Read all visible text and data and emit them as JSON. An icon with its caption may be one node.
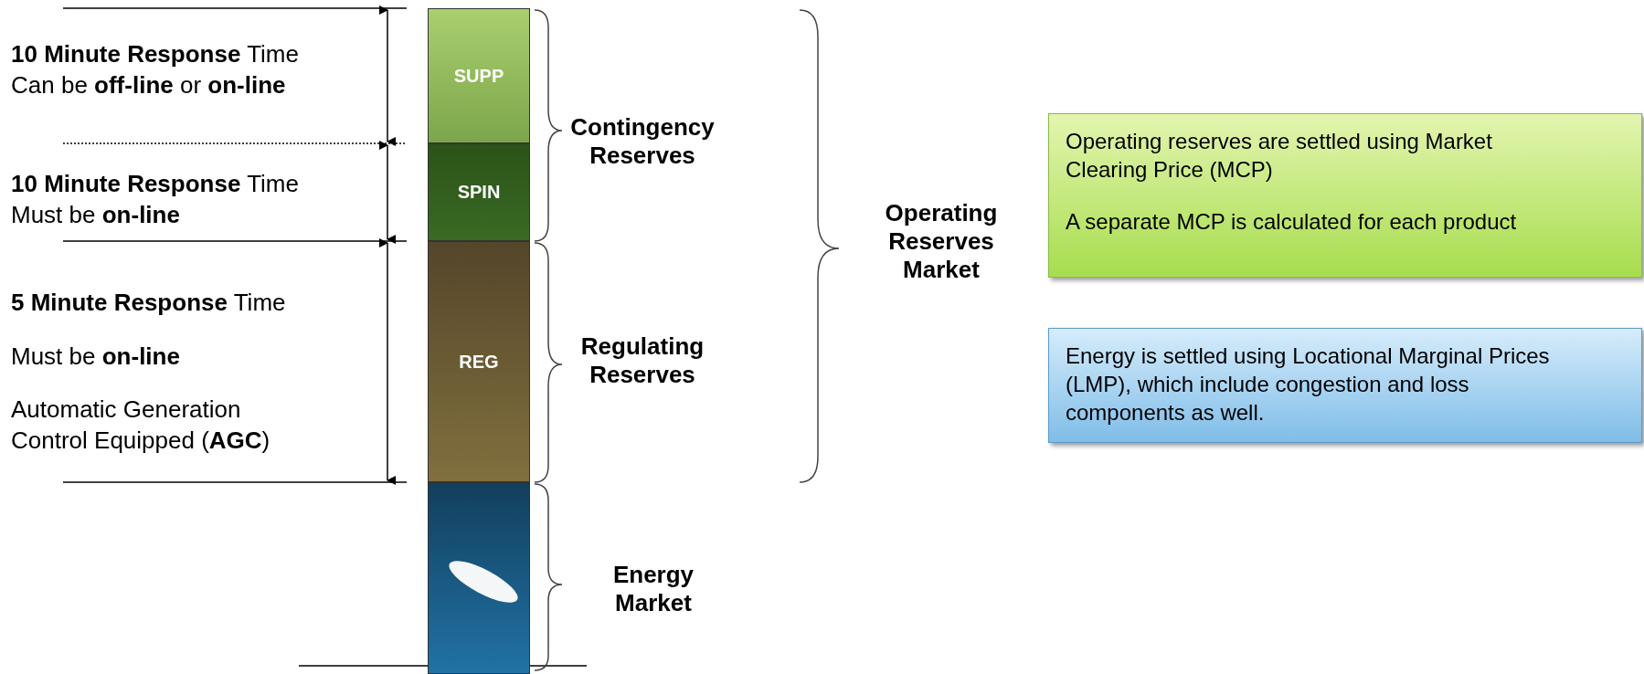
{
  "diagram": {
    "nodes": [
      {
        "text": [
          "SUPP"
        ]
      },
      {
        "text": [
          "SPIN"
        ]
      },
      {
        "text": [
          "REG"
        ]
      },
      {
        "text": [],
        "shape": "bar"
      },
      {
        "text": [
          "Operating reserves are settled using Market Clearing Price (MCP)",
          "A separate MCP is calculated for each product"
        ]
      },
      {
        "text": [
          "Energy is settled using Locational Marginal Prices (LMP), which include congestion and loss components as well."
        ]
      }
    ],
    "edges": [],
    "labels": [
      "**10 Minute Response** Time",
      "Can be **off-line** or **on-line**",
      "Contingency Reserves",
      "**10 Minute Response** Time",
      "Must be **on-line**",
      "Operating Reserves Market",
      "**5 Minute Response** Time",
      "Regulating Reserves",
      "Must be **on-line**",
      "Automatic Generation Control Equipped (**AGC**)",
      "Energy Market"
    ]
  }
}
